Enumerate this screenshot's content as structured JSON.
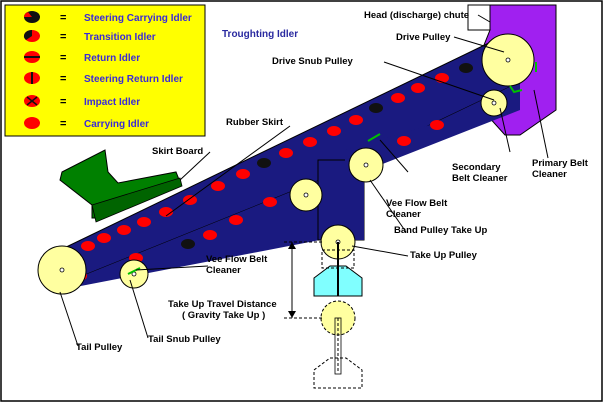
{
  "diagram": {
    "title": "Troughting Idler",
    "colors": {
      "belt": "#1a1a80",
      "idler": "#ff0000",
      "pulley": "#ffffa0",
      "chute": "#a020f0",
      "skirt": "#008000",
      "legend_bg": "#ffff00",
      "takeup_weight": "#80ffff"
    },
    "legend": [
      {
        "eq": "=",
        "label": "Steering Carrying Idler",
        "icon": "steering-carrying-idler-icon"
      },
      {
        "eq": "=",
        "label": "Transition Idler",
        "icon": "transition-idler-icon"
      },
      {
        "eq": "=",
        "label": "Return Idler",
        "icon": "return-idler-icon"
      },
      {
        "eq": "=",
        "label": "Steering Return Idler",
        "icon": "steering-return-idler-icon"
      },
      {
        "eq": "=",
        "label": "Impact Idler",
        "icon": "impact-idler-icon"
      },
      {
        "eq": "=",
        "label": "Carrying Idler",
        "icon": "carrying-idler-icon"
      }
    ],
    "labels": {
      "head_chute": "Head (discharge) chute",
      "drive_pulley": "Drive Pulley",
      "drive_snub": "Drive Snub Pulley",
      "rubber_skirt": "Rubber Skirt",
      "skirt_board": "Skirt Board",
      "secondary_cleaner_1": "Secondary",
      "secondary_cleaner_2": "Belt Cleaner",
      "primary_cleaner_1": "Primary Belt",
      "primary_cleaner_2": "Cleaner",
      "vee_flow_upper_1": "Vee Flow Belt",
      "vee_flow_upper_2": "Cleaner",
      "band_pulley": "Band Pulley Take Up",
      "take_up_pulley": "Take Up Pulley",
      "vee_flow_lower_1": "Vee Flow Belt",
      "vee_flow_lower_2": "Cleaner",
      "travel_1": "Take Up Travel Distance",
      "travel_2": "( Gravity Take Up )",
      "tail_snub": "Tail Snub Pulley",
      "tail_pulley": "Tail Pulley"
    }
  }
}
